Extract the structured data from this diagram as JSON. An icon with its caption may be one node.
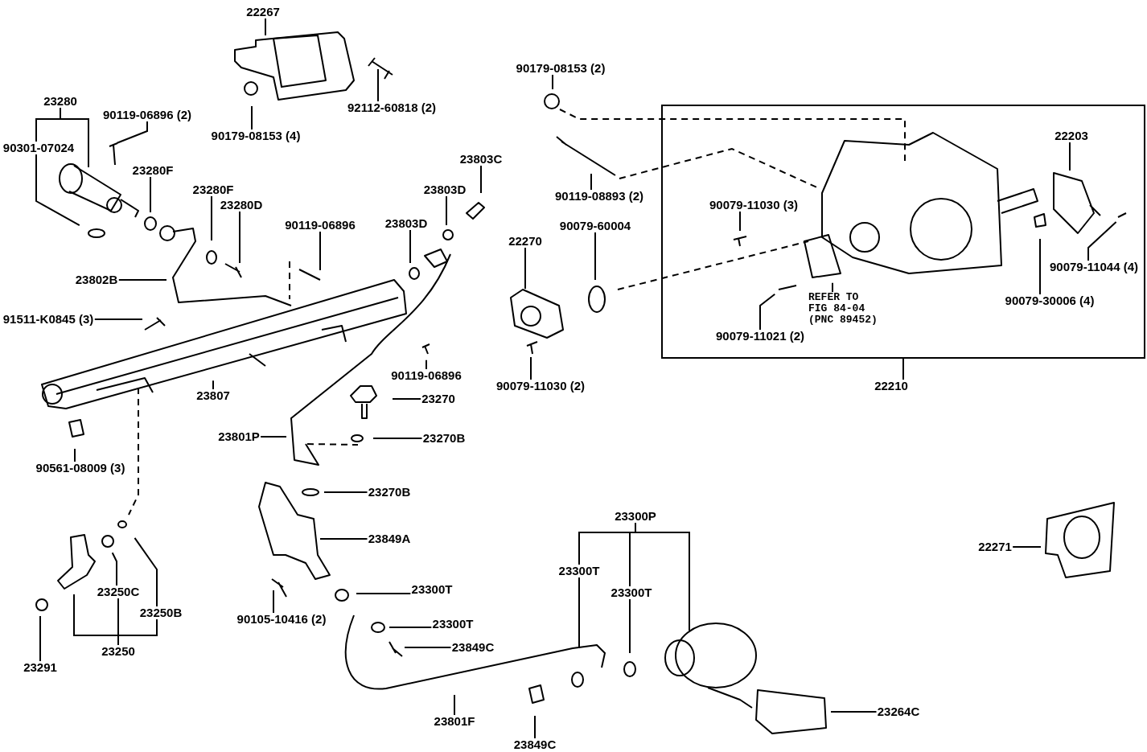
{
  "diagram": {
    "nodes": [
      {
        "text": [
          "22267"
        ]
      },
      {
        "text": [
          "92112-60818 (2)"
        ]
      },
      {
        "text": [
          "90179-08153 (4)"
        ]
      },
      {
        "text": [
          "23280"
        ]
      },
      {
        "text": [
          "90119-06896 (2)"
        ]
      },
      {
        "text": [
          "90301-07024"
        ]
      },
      {
        "text": [
          "23280F"
        ]
      },
      {
        "text": [
          "23280F"
        ]
      },
      {
        "text": [
          "23280D"
        ]
      },
      {
        "text": [
          "90119-06896"
        ]
      },
      {
        "text": [
          "23802B"
        ]
      },
      {
        "text": [
          "91511-K0845 (3)"
        ]
      },
      {
        "text": [
          "90179-08153 (2)"
        ]
      },
      {
        "text": [
          "90119-08893 (2)"
        ]
      },
      {
        "text": [
          "23803C"
        ]
      },
      {
        "text": [
          "23803D"
        ]
      },
      {
        "text": [
          "23803D"
        ]
      },
      {
        "text": [
          "22270"
        ]
      },
      {
        "text": [
          "90079-60004"
        ]
      },
      {
        "text": [],
        "shape": "box"
      },
      {
        "text": [
          "22203"
        ],
        "in": 19
      },
      {
        "text": [
          "90079-11030 (3)"
        ],
        "in": 19
      },
      {
        "text": [
          "90079-11044 (4)"
        ],
        "in": 19
      },
      {
        "text": [
          "REFER TO FIG 84-04 (PNC 89452)"
        ],
        "in": 19
      },
      {
        "text": [
          "90079-30006 (4)"
        ],
        "in": 19
      },
      {
        "text": [
          "90079-11021 (2)"
        ],
        "in": 19
      },
      {
        "text": [
          "22210"
        ]
      },
      {
        "text": [
          "90119-06896"
        ]
      },
      {
        "text": [
          "90079-11030 (2)"
        ]
      },
      {
        "text": [
          "23807"
        ]
      },
      {
        "text": [
          "23270"
        ]
      },
      {
        "text": [
          "23801P"
        ]
      },
      {
        "text": [
          "23270B"
        ]
      },
      {
        "text": [
          "90561-08009 (3)"
        ]
      },
      {
        "text": [
          "23270B"
        ]
      },
      {
        "text": [
          "23849A"
        ]
      },
      {
        "text": [
          "23300P"
        ]
      },
      {
        "text": [
          "23300T"
        ]
      },
      {
        "text": [
          "23300T"
        ]
      },
      {
        "text": [
          "23300T"
        ]
      },
      {
        "text": [
          "23250C"
        ]
      },
      {
        "text": [
          "23250B"
        ]
      },
      {
        "text": [
          "90105-10416 (2)"
        ]
      },
      {
        "text": [
          "23300T"
        ]
      },
      {
        "text": [
          "23849C"
        ]
      },
      {
        "text": [
          "23250"
        ]
      },
      {
        "text": [
          "23291"
        ]
      },
      {
        "text": [
          "23801F"
        ]
      },
      {
        "text": [
          "23849C"
        ]
      },
      {
        "text": [
          "23264C"
        ]
      },
      {
        "text": [
          "22271"
        ]
      }
    ],
    "edges": [
      {
        "from": 0,
        "to": null,
        "arrow": "none"
      },
      {
        "from": 1,
        "to": null,
        "arrow": "none"
      },
      {
        "from": 2,
        "to": null,
        "arrow": "none"
      },
      {
        "from": 3,
        "to": 5,
        "arrow": "none"
      },
      {
        "from": 3,
        "to": null,
        "arrow": "none"
      },
      {
        "from": 5,
        "to": null,
        "arrow": "none"
      },
      {
        "from": 4,
        "to": null,
        "arrow": "none"
      },
      {
        "from": 6,
        "to": null,
        "arrow": "none"
      },
      {
        "from": 7,
        "to": null,
        "arrow": "none"
      },
      {
        "from": 8,
        "to": null,
        "arrow": "none"
      },
      {
        "from": 9,
        "to": null,
        "arrow": "none"
      },
      {
        "from": 10,
        "to": null,
        "arrow": "none"
      },
      {
        "from": 11,
        "to": null,
        "arrow": "none"
      },
      {
        "from": 12,
        "to": null,
        "arrow": "none"
      },
      {
        "from": 13,
        "to": null,
        "arrow": "none"
      },
      {
        "from": 14,
        "to": null,
        "arrow": "none"
      },
      {
        "from": 15,
        "to": null,
        "arrow": "none"
      },
      {
        "from": 16,
        "to": null,
        "arrow": "none"
      },
      {
        "from": 17,
        "to": null,
        "arrow": "none"
      },
      {
        "from": 18,
        "to": null,
        "arrow": "none"
      },
      {
        "from": 20,
        "to": null,
        "arrow": "none"
      },
      {
        "from": 21,
        "to": null,
        "arrow": "none"
      },
      {
        "from": 22,
        "to": null,
        "arrow": "none"
      },
      {
        "from": 23,
        "to": null,
        "arrow": "none"
      },
      {
        "from": 24,
        "to": null,
        "arrow": "none"
      },
      {
        "from": 25,
        "to": null,
        "arrow": "none"
      },
      {
        "from": 26,
        "to": 19,
        "arrow": "none"
      },
      {
        "from": 27,
        "to": null,
        "arrow": "none"
      },
      {
        "from": 28,
        "to": null,
        "arrow": "none"
      },
      {
        "from": 29,
        "to": null,
        "arrow": "none"
      },
      {
        "from": 30,
        "to": null,
        "arrow": "none"
      },
      {
        "from": 31,
        "to": null,
        "arrow": "none"
      },
      {
        "from": 32,
        "to": null,
        "arrow": "none"
      },
      {
        "from": 33,
        "to": null,
        "arrow": "none"
      },
      {
        "from": 34,
        "to": null,
        "arrow": "none"
      },
      {
        "from": 35,
        "to": null,
        "arrow": "none"
      },
      {
        "from": 36,
        "to": 37,
        "arrow": "none"
      },
      {
        "from": 36,
        "to": 38,
        "arrow": "none"
      },
      {
        "from": 36,
        "to": null,
        "arrow": "none"
      },
      {
        "from": 37,
        "to": null,
        "arrow": "none"
      },
      {
        "from": 38,
        "to": null,
        "arrow": "none"
      },
      {
        "from": 39,
        "to": null,
        "arrow": "none"
      },
      {
        "from": 45,
        "to": 40,
        "arrow": "none"
      },
      {
        "from": 45,
        "to": 41,
        "arrow": "none"
      },
      {
        "from": 45,
        "to": null,
        "arrow": "none"
      },
      {
        "from": 40,
        "to": null,
        "arrow": "none"
      },
      {
        "from": 41,
        "to": null,
        "arrow": "none"
      },
      {
        "from": 42,
        "to": null,
        "arrow": "none"
      },
      {
        "from": 43,
        "to": null,
        "arrow": "none"
      },
      {
        "from": 44,
        "to": null,
        "arrow": "none"
      },
      {
        "from": 46,
        "to": null,
        "arrow": "none"
      },
      {
        "from": 47,
        "to": null,
        "arrow": "none"
      },
      {
        "from": 48,
        "to": null,
        "arrow": "none"
      },
      {
        "from": 49,
        "to": null,
        "arrow": "none"
      },
      {
        "from": 50,
        "to": null,
        "arrow": "none"
      }
    ]
  }
}
